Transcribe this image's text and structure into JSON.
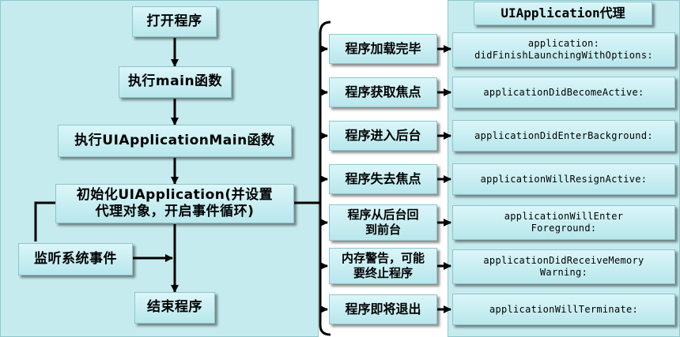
{
  "flow": {
    "open": "打开程序",
    "main": "执行main函数",
    "ui_main": "执行UIApplicationMain函数",
    "init": "初始化UIApplication(并设置代理对象，开启事件循环)",
    "listen": "监听系统事件",
    "end": "结束程序"
  },
  "events": [
    "程序加载完毕",
    "程序获取焦点",
    "程序进入后台",
    "程序失去焦点",
    "程序从后台回到前台",
    "内存警告，可能要终止程序",
    "程序即将退出"
  ],
  "delegate": {
    "title": "UIApplication代理",
    "methods": [
      "application: didFinishLaunchingWithOptions:",
      "applicationDidBecomeActive:",
      "applicationDidEnterBackground:",
      "applicationWillResignActive:",
      "applicationWillEnter Foreground:",
      "applicationDidReceiveMemory Warning:",
      "applicationWillTerminate:"
    ]
  }
}
